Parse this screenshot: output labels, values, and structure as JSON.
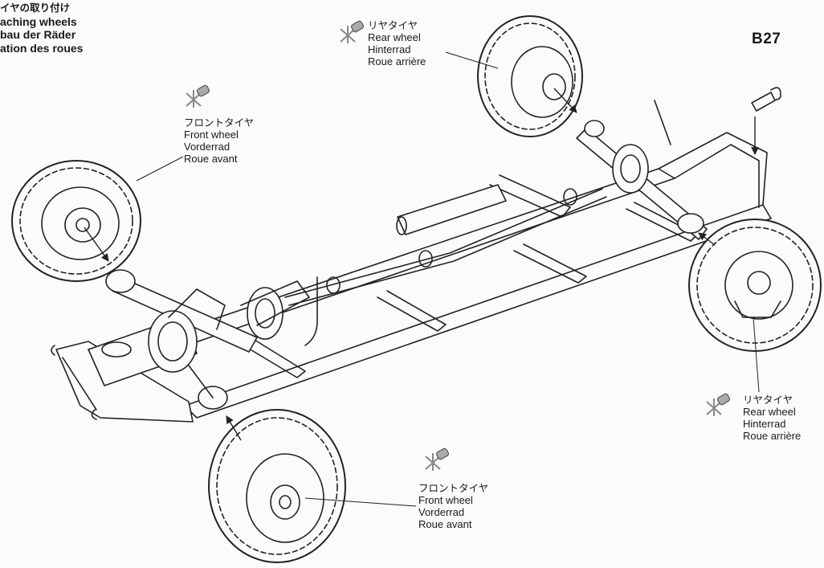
{
  "header": {
    "jp": "イヤの取り付け",
    "en": "aching wheels",
    "de": "bau der Räder",
    "fr": "ation des roues"
  },
  "part_code": "B27",
  "labels": {
    "rear_top": {
      "jp": "リヤタイヤ",
      "en": "Rear wheel",
      "de": "Hinterrad",
      "fr": "Roue arrière"
    },
    "front_left": {
      "jp": "フロントタイヤ",
      "en": "Front wheel",
      "de": "Vorderrad",
      "fr": "Roue avant"
    },
    "rear_right": {
      "jp": "リヤタイヤ",
      "en": "Rear wheel",
      "de": "Hinterrad",
      "fr": "Roue arrière"
    },
    "front_bottom": {
      "jp": "フロントタイヤ",
      "en": "Front wheel",
      "de": "Vorderrad",
      "fr": "Roue avant"
    }
  },
  "icons": {
    "cement": "cement-tube-icon",
    "stroke_color": "#222222",
    "paper_color": "#fbfbfb"
  }
}
